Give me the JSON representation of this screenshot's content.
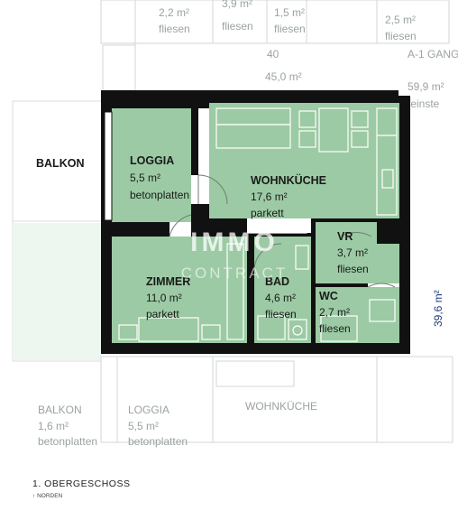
{
  "rooms": {
    "loggia": {
      "name": "LOGGIA",
      "area": "5,5 m²",
      "floor": "betonplatten"
    },
    "wohnkueche": {
      "name": "WOHNKÜCHE",
      "area": "17,6 m²",
      "floor": "parkett"
    },
    "vr": {
      "name": "VR",
      "area": "3,7 m²",
      "floor": "fliesen"
    },
    "zimmer": {
      "name": "ZIMMER",
      "area": "11,0 m²",
      "floor": "parkett"
    },
    "bad": {
      "name": "BAD",
      "area": "4,6 m²",
      "floor": "fliesen"
    },
    "wc": {
      "name": "WC",
      "area": "2,7 m²",
      "floor": "fliesen"
    },
    "balkon": {
      "name": "BALKON"
    }
  },
  "neighbors": {
    "top_left": {
      "area": "2,2 m²",
      "floor": "fliesen"
    },
    "top_mid": {
      "area": "3,9 m²",
      "floor": "fliesen"
    },
    "top_right": {
      "area": "1,5 m²",
      "floor": "fliesen"
    },
    "top_far": {
      "area": "2,5 m²",
      "floor": "fliesen"
    },
    "unit_no": "40",
    "unit_area": "45,0 m²",
    "gang_name": "A-1 GANG",
    "gang_area": "59,9 m²",
    "gang_floor": "feinste",
    "bottom_balkon": {
      "name": "BALKON",
      "area": "1,6 m²",
      "floor": "betonplatten"
    },
    "bottom_loggia": {
      "name": "LOGGIA",
      "area": "5,5 m²",
      "floor": "betonplatten"
    },
    "bottom_wohnkueche": {
      "name": "WOHNKÜCHE"
    }
  },
  "total_area": "39,6 m²",
  "watermark": {
    "brand": "IMMO",
    "sub": "CONTRACT"
  },
  "footer": {
    "floor_label": "1. OBERGESCHOSS",
    "north": "NORDEN"
  },
  "colors": {
    "room_fill": "#9ccaa4",
    "wall": "#111111",
    "ghost_text": "#9aa3a0",
    "total_area": "#1f3a7a"
  }
}
